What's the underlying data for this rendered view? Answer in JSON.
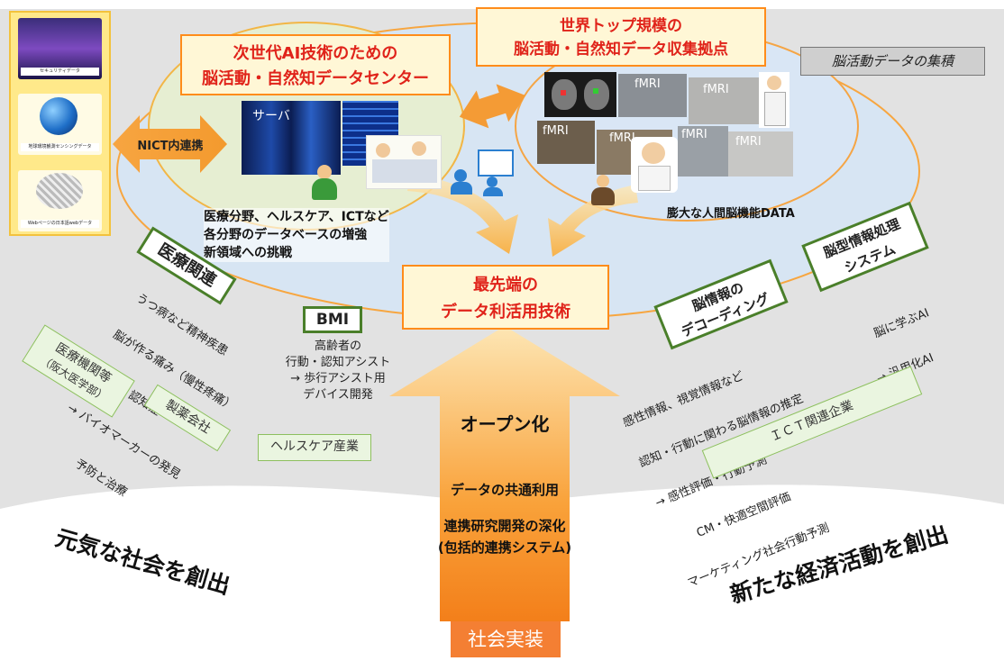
{
  "datacenter": {
    "title_line1": "次世代AI技術のための",
    "title_line2": "脳活動・自然知データセンター"
  },
  "hub": {
    "title_line1": "世界トップ規模の",
    "title_line2": "脳活動・自然知データ収集拠点"
  },
  "accumulation_label": "脳活動データの集積",
  "nict_link": "NICT内連携",
  "left_panel": {
    "items": [
      "セキュリティデータ",
      "地球環境観測センシングデータ",
      "Webページの日本語webデータ"
    ]
  },
  "server_label": "サーバ",
  "fmri_labels": [
    "fMRI",
    "fMRI",
    "fMRI",
    "fMRI",
    "fMRI"
  ],
  "database_text": [
    "医療分野、ヘルスケア、ICTなど",
    "各分野のデータベースの増強",
    "新領域への挑戦"
  ],
  "human_brain_data": "膨大な人間脳機能DATA",
  "core_tech": {
    "line1": "最先端の",
    "line2": "データ利活用技術"
  },
  "medical": {
    "label": "医療関連",
    "lines": [
      "うつ病など精神疾患",
      "脳が作る痛み（慢性疼痛）",
      "認知症",
      "→ バイオマーカーの発見",
      "予防と治療"
    ]
  },
  "hospital": {
    "line1": "医療機関等",
    "line2": "（阪大医学部）"
  },
  "pharma": "製薬会社",
  "bmi": {
    "label": "BMI",
    "lines": [
      "高齢者の",
      "行動・認知アシスト",
      "→ 歩行アシスト用",
      "デバイス開発"
    ]
  },
  "healthcare_industry": "ヘルスケア産業",
  "decoding": {
    "label_line1": "脳情報の",
    "label_line2": "デコーディング",
    "lines": [
      "感性情報、視覚情報など",
      "認知・行動に関わる脳情報の推定",
      "→ 感性評価・行動予測",
      "CM・快適空間評価",
      "マーケティング社会行動予測"
    ]
  },
  "brain_system": {
    "label_line1": "脳型情報処理",
    "label_line2": "システム",
    "lines": [
      "脳に学ぶAI",
      "→ 汎用化AI"
    ]
  },
  "ict_companies": "ＩＣＴ関連企業",
  "open": {
    "title": "オープン化",
    "line1": "データの共通利用",
    "line2": "連携研究開発の深化",
    "line3": "(包括的連携システム)"
  },
  "social_impl": "社会実装",
  "left_outcome": "元気な社会を創出",
  "right_outcome": "新たな経済活動を創出",
  "colors": {
    "orange": "#ff8c1a",
    "red_text": "#e0231a",
    "green_border": "#4a7f2a",
    "ellipse_fill": "#d5e4f2",
    "grey_band": "#e0e0e0"
  }
}
